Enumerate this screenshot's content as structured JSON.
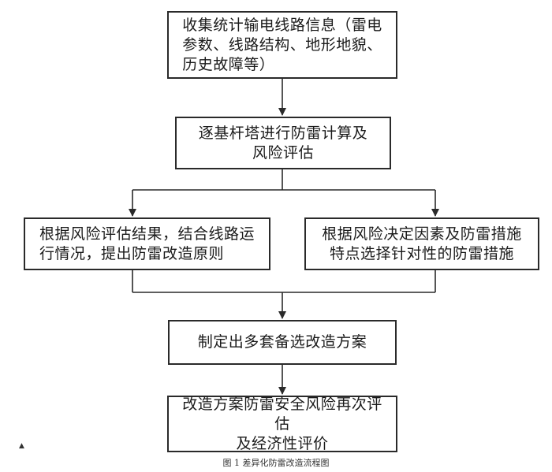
{
  "diagram": {
    "nodes": [
      {
        "id": "b1",
        "text": "收集统计输电线路信息（雷电\n参数、线路结构、地形地貌、\n历史故障等）"
      },
      {
        "id": "b2",
        "text": "逐基杆塔进行防雷计算及\n风险评估"
      },
      {
        "id": "b3",
        "text": "根据风险评估结果，结合线路运\n行情况，提出防雷改造原则"
      },
      {
        "id": "b4",
        "text": "根据风险决定因素及防雷措施\n特点选择针对性的防雷措施"
      },
      {
        "id": "b5",
        "text": "制定出多套备选改造方案"
      },
      {
        "id": "b6",
        "text": "改造方案防雷安全风险再次评估\n及经济性评价"
      }
    ],
    "edges": [
      {
        "from": "b1",
        "to": "b2"
      },
      {
        "from": "b2",
        "to": "b3"
      },
      {
        "from": "b2",
        "to": "b4"
      },
      {
        "from": "b3",
        "to": "b5"
      },
      {
        "from": "b4",
        "to": "b5"
      },
      {
        "from": "b5",
        "to": "b6"
      }
    ]
  },
  "caption": "图 1 差异化防雷改造流程图",
  "corner_mark": "▲",
  "colors": {
    "line": "#2a2a2a",
    "border": "#2a2a2a",
    "text": "#1a1a1a"
  }
}
